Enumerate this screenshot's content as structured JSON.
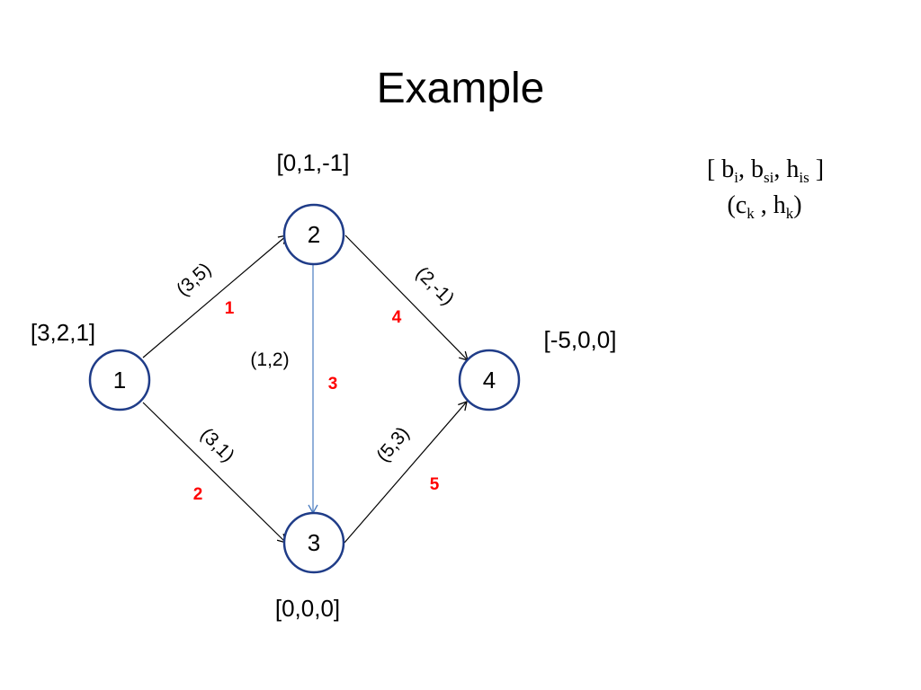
{
  "title": "Example",
  "legend": {
    "line1_parts": [
      "[ b",
      "i",
      ", b",
      "si",
      ", h",
      "is",
      " ]"
    ],
    "line2_parts": [
      "(c",
      "k",
      " , h",
      "k",
      ")"
    ]
  },
  "nodes": [
    {
      "id": "1",
      "vector": "[3,2,1]"
    },
    {
      "id": "2",
      "vector": "[0,1,-1]"
    },
    {
      "id": "3",
      "vector": "[0,0,0]"
    },
    {
      "id": "4",
      "vector": "[-5,0,0]"
    }
  ],
  "edges": [
    {
      "from": "1",
      "to": "2",
      "label": "(3,5)",
      "number": "1"
    },
    {
      "from": "1",
      "to": "3",
      "label": "(3,1)",
      "number": "2"
    },
    {
      "from": "2",
      "to": "3",
      "label": "(1,2)",
      "number": "3"
    },
    {
      "from": "2",
      "to": "4",
      "label": "(2,-1)",
      "number": "4"
    },
    {
      "from": "3",
      "to": "4",
      "label": "(5,3)",
      "number": "5"
    }
  ]
}
